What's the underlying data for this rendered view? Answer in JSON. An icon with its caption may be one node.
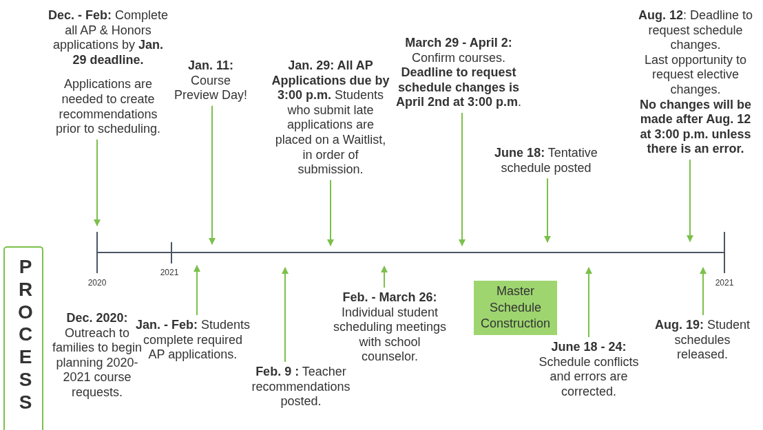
{
  "diagram": {
    "nodes": [
      {
        "text": [
          "PROCESS"
        ]
      },
      {
        "text": [
          "**Dec. - Feb:** Complete all AP & Honors applications by **Jan. 29 deadline.**",
          "Applications are needed to create recommendations prior to scheduling."
        ]
      },
      {
        "text": [
          "**Jan. 11:** Course Preview Day!"
        ]
      },
      {
        "text": [
          "**Jan. 29: All AP Applications due by 3:00 p.m.** Students who submit late applications are placed on a Waitlist, in order of submission."
        ]
      },
      {
        "text": [
          "**March 29 - April 2:** Confirm courses. **Deadline to request schedule changes is April 2nd at 3:00 p.m**."
        ]
      },
      {
        "text": [
          "**June 18:** Tentative schedule posted"
        ]
      },
      {
        "text": [
          "**Aug. 12**: Deadline to request schedule changes.",
          "Last opportunity to request elective changes.",
          "**No changes will be made after Aug. 12 at 3:00 p.m. unless there is an error.**"
        ]
      },
      {
        "text": [
          "**Dec. 2020:** Outreach to families to begin planning 2020-2021 course requests."
        ]
      },
      {
        "text": [
          "**Jan. - Feb:** Students complete required AP applications."
        ]
      },
      {
        "text": [
          "**Feb. 9 :** Teacher recommendations posted."
        ]
      },
      {
        "text": [
          "**Feb. - March 26:** Individual student scheduling meetings with school counselor."
        ]
      },
      {
        "text": [
          "Master Schedule Construction"
        ]
      },
      {
        "text": [
          "**June 18 - 24:** Schedule conflicts and errors are corrected."
        ]
      },
      {
        "text": [
          "**Aug. 19:** Student schedules released."
        ]
      }
    ],
    "edges": [
      {
        "from": 1,
        "to": null,
        "arrow": "to"
      },
      {
        "from": 2,
        "to": null,
        "arrow": "to"
      },
      {
        "from": 3,
        "to": null,
        "arrow": "to"
      },
      {
        "from": 4,
        "to": null,
        "arrow": "to"
      },
      {
        "from": 5,
        "to": null,
        "arrow": "to"
      },
      {
        "from": 6,
        "to": null,
        "arrow": "to"
      },
      {
        "from": 8,
        "to": null,
        "arrow": "to"
      },
      {
        "from": 9,
        "to": null,
        "arrow": "to"
      },
      {
        "from": 10,
        "to": null,
        "arrow": "to"
      },
      {
        "from": 12,
        "to": null,
        "arrow": "to"
      },
      {
        "from": 13,
        "to": null,
        "arrow": "to"
      }
    ],
    "labels": [
      "2020",
      "2021",
      "2021"
    ]
  }
}
